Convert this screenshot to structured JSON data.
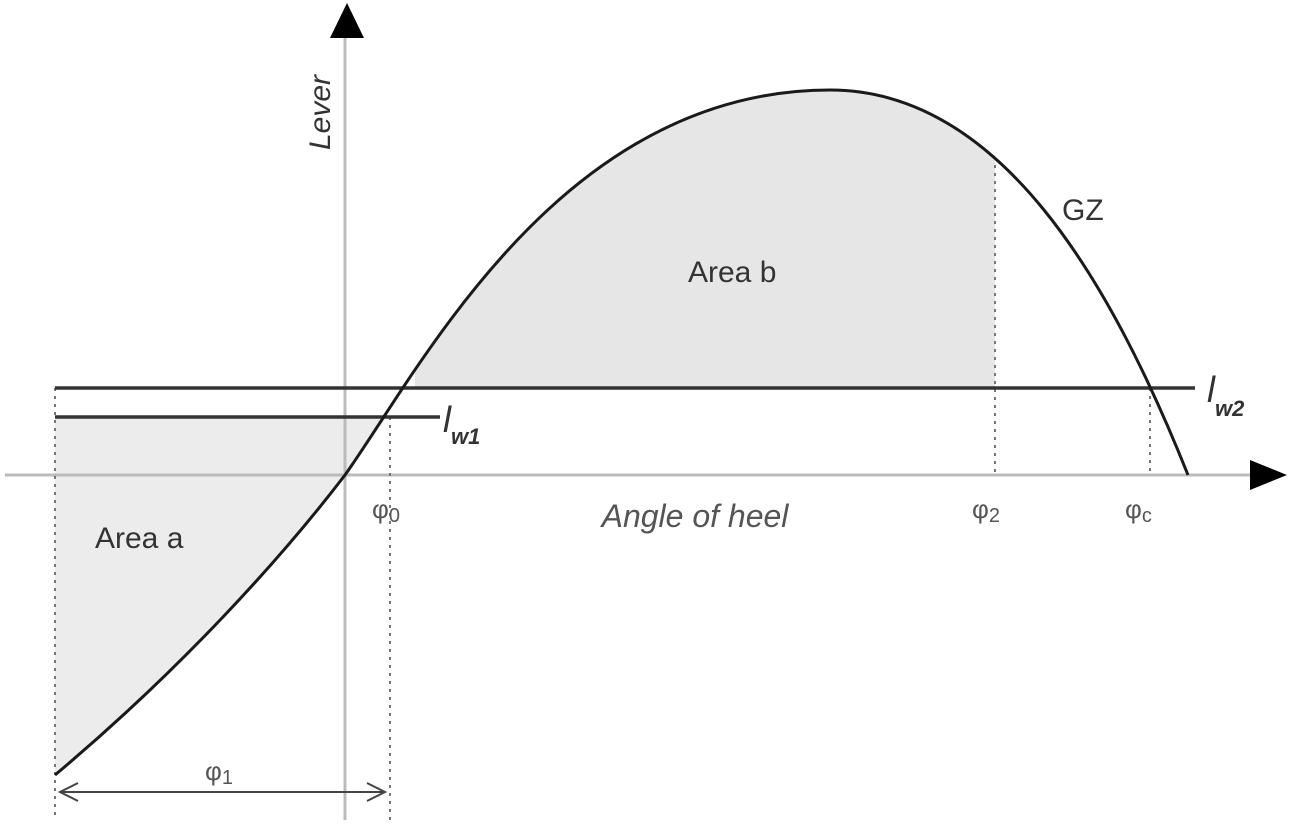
{
  "diagram": {
    "y_axis_label": "Lever",
    "x_axis_label": "Angle of heel",
    "curve_label": "GZ",
    "area_a_label": "Area a",
    "area_b_label": "Area b",
    "lw1": {
      "main": "l",
      "sub": "w1"
    },
    "lw2": {
      "main": "l",
      "sub": "w2"
    },
    "phi0": {
      "main": "φ",
      "sub": "0"
    },
    "phi1": {
      "main": "φ",
      "sub": "1"
    },
    "phi2": {
      "main": "φ",
      "sub": "2"
    },
    "phic": {
      "main": "φ",
      "sub": "c"
    },
    "colors": {
      "shade": "#e6e6e6",
      "line": "#222222",
      "axis": "#bbbbbb"
    }
  }
}
